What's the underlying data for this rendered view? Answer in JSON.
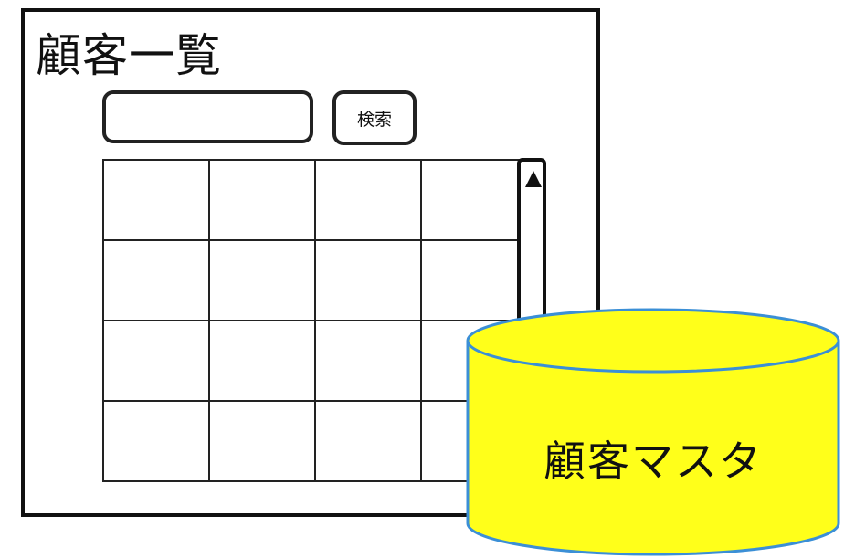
{
  "window": {
    "title": "顧客一覧"
  },
  "search": {
    "input_value": "",
    "button_label": "検索"
  },
  "table": {
    "rows": [
      [
        "",
        "",
        "",
        ""
      ],
      [
        "",
        "",
        "",
        ""
      ],
      [
        "",
        "",
        "",
        ""
      ],
      [
        "",
        "",
        "",
        ""
      ]
    ]
  },
  "scrollbar": {
    "arrow_icon": "triangle-up-icon"
  },
  "database": {
    "label": "顧客マスタ",
    "fill_color": "#ffff1a",
    "stroke_color": "#3b8fd6"
  }
}
